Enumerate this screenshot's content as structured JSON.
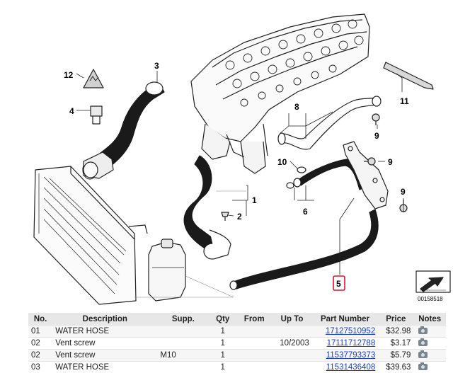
{
  "diagram": {
    "callouts": {
      "c1": "1",
      "c2": "2",
      "c3": "3",
      "c4": "4",
      "c5": "5",
      "c6": "6",
      "c8": "8",
      "c9a": "9",
      "c9b": "9",
      "c9c": "9",
      "c10": "10",
      "c11": "11",
      "c12": "12"
    },
    "diagram_id": "00158518",
    "highlight_color": "#d4142a",
    "line_color": "#222222"
  },
  "table": {
    "headers": [
      "No.",
      "Description",
      "Supp.",
      "Qty",
      "From",
      "Up To",
      "Part Number",
      "Price",
      "Notes"
    ],
    "rows": [
      {
        "no": "01",
        "desc": "WATER HOSE",
        "supp": "",
        "qty": "1",
        "from": "",
        "upto": "",
        "part": "17127510952",
        "price": "$32.98"
      },
      {
        "no": "02",
        "desc": "Vent screw",
        "supp": "",
        "qty": "1",
        "from": "",
        "upto": "10/2003",
        "part": "17111712788",
        "price": "$3.17"
      },
      {
        "no": "02",
        "desc": "Vent screw",
        "supp": "M10",
        "qty": "1",
        "from": "",
        "upto": "",
        "part": "11537793373",
        "price": "$5.79"
      },
      {
        "no": "03",
        "desc": "WATER HOSE",
        "supp": "",
        "qty": "1",
        "from": "",
        "upto": "",
        "part": "11531436408",
        "price": "$39.63"
      }
    ]
  }
}
